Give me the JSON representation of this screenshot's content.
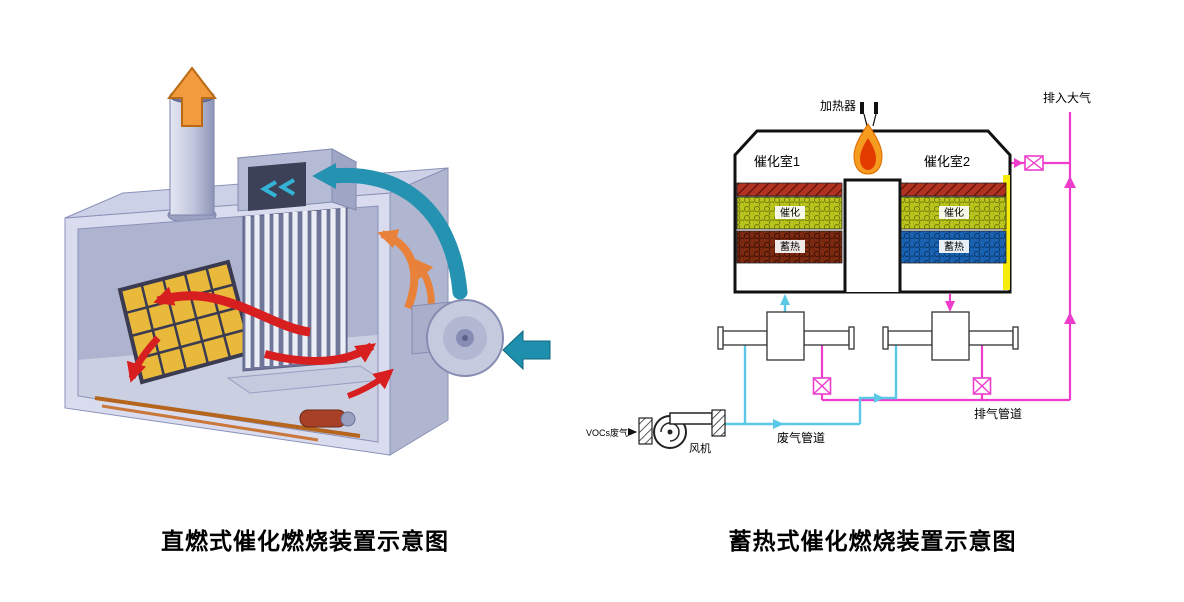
{
  "page": {
    "background": "#ffffff"
  },
  "figures": {
    "left": {
      "caption": "直燃式催化燃烧装置示意图",
      "colors": {
        "shell_lavender": "#cdd1e7",
        "duct_teal": "#2492b0",
        "hot_flow_red": "#d81f1f",
        "warm_flow_orange": "#e8823a",
        "stack_arrow_orange": "#f29a3e",
        "preheater_panel_yellow": "#e9b93c"
      }
    },
    "right": {
      "caption": "蓄热式催化燃烧装置示意图",
      "labels": {
        "heater": "加热器",
        "exhaust_to_atmosphere": "排入大气",
        "chamber_1": "催化室1",
        "chamber_2": "催化室2",
        "catalyst_left": "催化",
        "catalyst_right": "催化",
        "regenerator_left": "蓄热",
        "regenerator_right": "蓄热",
        "vocs_inlet": "VOCs废气",
        "fan": "风机",
        "waste_gas_duct": "废气管道",
        "exhaust_duct": "排气管道"
      },
      "colors": {
        "pipe_magenta": "#ee3ccc",
        "pipe_cyan": "#5bc8e6",
        "top_layer": "#b23222",
        "catalyst_layer": "#b9c51c",
        "regenerator_left_layer": "#7e2a10",
        "regenerator_right_layer": "#1a63b2",
        "chamber_highlight": "#f5ec08",
        "flame_outer": "#f59b1e",
        "flame_inner": "#e23c00"
      }
    }
  }
}
